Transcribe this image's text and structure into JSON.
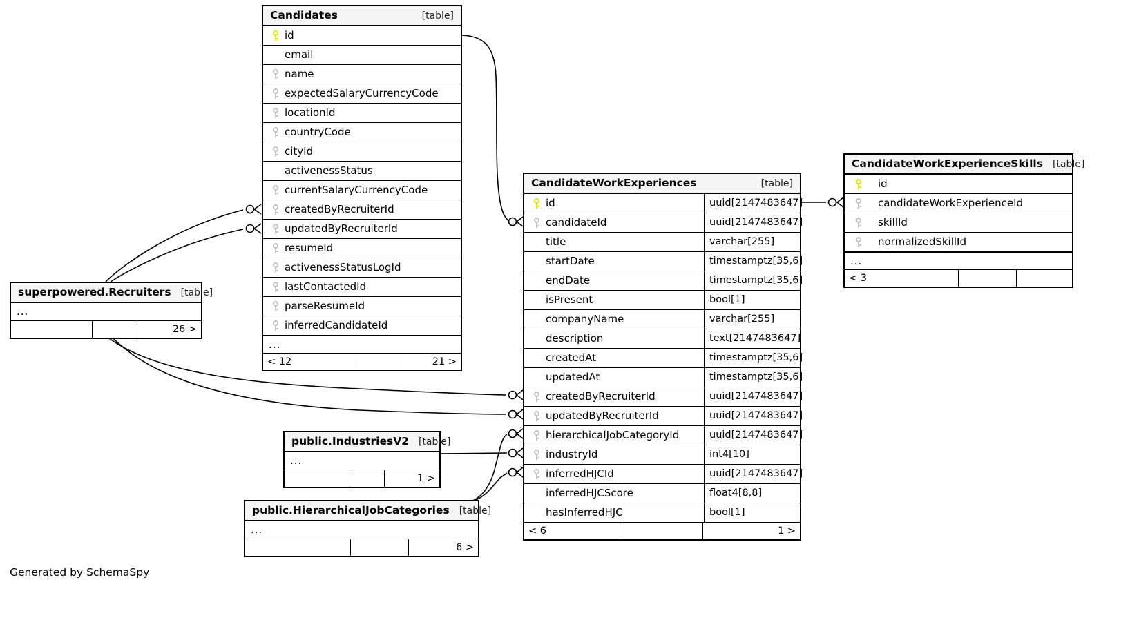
{
  "diagram": {
    "generator_note": "Generated by SchemaSpy",
    "table_tag": "[table]",
    "ellipsis": "...",
    "icons": {
      "pk": "primary-key-icon",
      "fk": "foreign-key-icon"
    }
  },
  "tables": [
    {
      "id": "candidates",
      "name": "Candidates",
      "tag": "[table]",
      "columns": [
        {
          "key": "pk",
          "name": "id"
        },
        {
          "key": "none",
          "name": "email"
        },
        {
          "key": "fk",
          "name": "name"
        },
        {
          "key": "fk",
          "name": "expectedSalaryCurrencyCode"
        },
        {
          "key": "fk",
          "name": "locationId"
        },
        {
          "key": "fk",
          "name": "countryCode"
        },
        {
          "key": "fk",
          "name": "cityId"
        },
        {
          "key": "none",
          "name": "activenessStatus"
        },
        {
          "key": "fk",
          "name": "currentSalaryCurrencyCode"
        },
        {
          "key": "fk",
          "name": "createdByRecruiterId"
        },
        {
          "key": "fk",
          "name": "updatedByRecruiterId"
        },
        {
          "key": "fk",
          "name": "resumeId"
        },
        {
          "key": "fk",
          "name": "activenessStatusLogId"
        },
        {
          "key": "fk",
          "name": "lastContactedId"
        },
        {
          "key": "fk",
          "name": "parseResumeId"
        },
        {
          "key": "fk",
          "name": "inferredCandidateId"
        }
      ],
      "has_ellipsis": true,
      "footer": {
        "left": "< 12",
        "mid": "",
        "right": "21 >"
      }
    },
    {
      "id": "candidateworkexperiences",
      "name": "CandidateWorkExperiences",
      "tag": "[table]",
      "columns": [
        {
          "key": "pk",
          "name": "id",
          "type": "uuid[2147483647]"
        },
        {
          "key": "fk",
          "name": "candidateId",
          "type": "uuid[2147483647]"
        },
        {
          "key": "none",
          "name": "title",
          "type": "varchar[255]"
        },
        {
          "key": "none",
          "name": "startDate",
          "type": "timestamptz[35,6]"
        },
        {
          "key": "none",
          "name": "endDate",
          "type": "timestamptz[35,6]"
        },
        {
          "key": "none",
          "name": "isPresent",
          "type": "bool[1]"
        },
        {
          "key": "none",
          "name": "companyName",
          "type": "varchar[255]"
        },
        {
          "key": "none",
          "name": "description",
          "type": "text[2147483647]"
        },
        {
          "key": "none",
          "name": "createdAt",
          "type": "timestamptz[35,6]"
        },
        {
          "key": "none",
          "name": "updatedAt",
          "type": "timestamptz[35,6]"
        },
        {
          "key": "fk",
          "name": "createdByRecruiterId",
          "type": "uuid[2147483647]"
        },
        {
          "key": "fk",
          "name": "updatedByRecruiterId",
          "type": "uuid[2147483647]"
        },
        {
          "key": "fk",
          "name": "hierarchicalJobCategoryId",
          "type": "uuid[2147483647]"
        },
        {
          "key": "fk",
          "name": "industryId",
          "type": "int4[10]"
        },
        {
          "key": "fk",
          "name": "inferredHJCId",
          "type": "uuid[2147483647]"
        },
        {
          "key": "none",
          "name": "inferredHJCScore",
          "type": "float4[8,8]"
        },
        {
          "key": "none",
          "name": "hasInferredHJC",
          "type": "bool[1]"
        }
      ],
      "has_ellipsis": false,
      "footer": {
        "left": "< 6",
        "mid": "",
        "right": "1 >"
      }
    },
    {
      "id": "candidateworkexperienceskills",
      "name": "CandidateWorkExperienceSkills",
      "tag": "[table]",
      "columns": [
        {
          "key": "pk",
          "name": "id"
        },
        {
          "key": "fk",
          "name": "candidateWorkExperienceId"
        },
        {
          "key": "fk",
          "name": "skillId"
        },
        {
          "key": "fk",
          "name": "normalizedSkillId"
        }
      ],
      "has_ellipsis": true,
      "footer": {
        "left": "< 3",
        "mid": "",
        "right": ""
      }
    },
    {
      "id": "recruiters",
      "name": "superpowered.Recruiters",
      "tag": "[table]",
      "columns": [],
      "has_ellipsis": true,
      "footer": {
        "left": "",
        "mid": "",
        "right": "26 >"
      }
    },
    {
      "id": "industriesv2",
      "name": "public.IndustriesV2",
      "tag": "[table]",
      "columns": [],
      "has_ellipsis": true,
      "footer": {
        "left": "",
        "mid": "",
        "right": "1 >"
      }
    },
    {
      "id": "hierarchicaljobcategories",
      "name": "public.HierarchicalJobCategories",
      "tag": "[table]",
      "columns": [],
      "has_ellipsis": true,
      "footer": {
        "left": "",
        "mid": "",
        "right": "6 >"
      }
    }
  ]
}
